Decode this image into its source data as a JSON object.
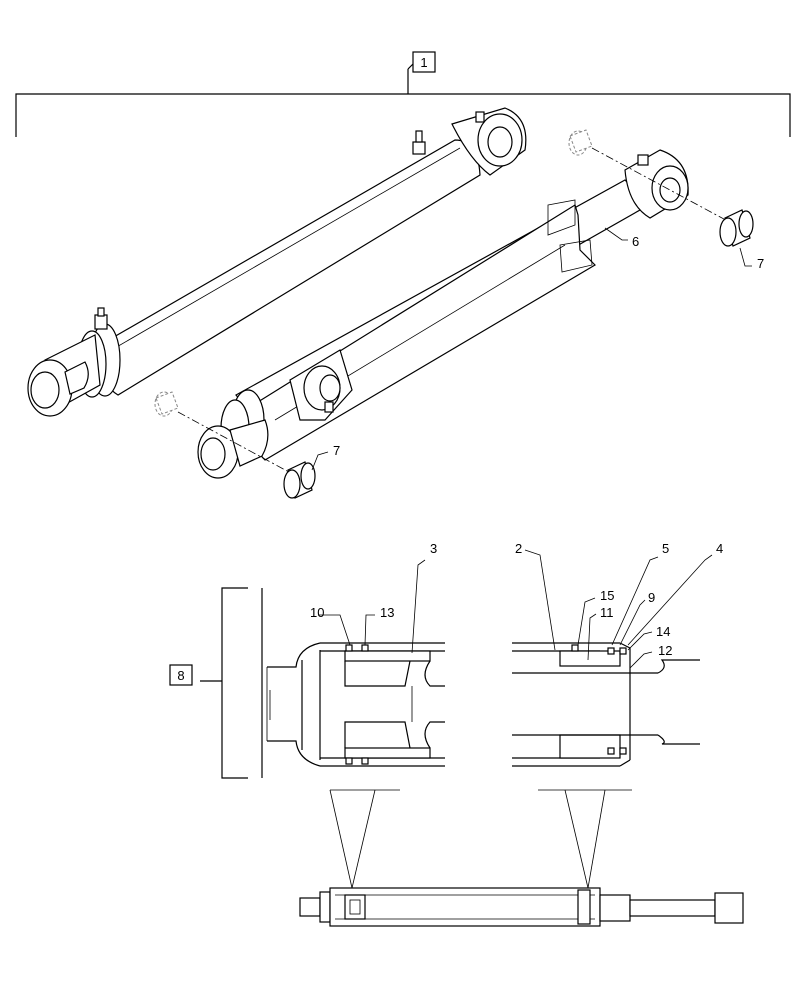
{
  "callouts": {
    "c1": "1",
    "c2": "2",
    "c3": "3",
    "c4": "4",
    "c5": "5",
    "c6": "6",
    "c7a": "7",
    "c7b": "7",
    "c8": "8",
    "c9": "9",
    "c10": "10",
    "c11": "11",
    "c12": "12",
    "c13": "13",
    "c14": "14",
    "c15": "15"
  }
}
